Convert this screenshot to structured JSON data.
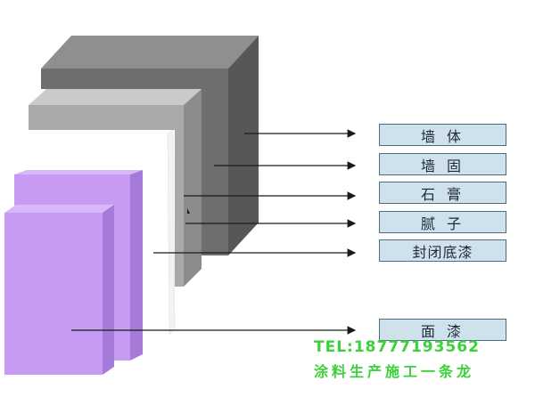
{
  "layers": [
    {
      "id": "wall-body",
      "label": "墙 体"
    },
    {
      "id": "wall-solid",
      "label": "墙 固"
    },
    {
      "id": "gypsum",
      "label": "石 膏"
    },
    {
      "id": "putty",
      "label": "腻 子"
    },
    {
      "id": "sealing-primer",
      "label": "封闭底漆"
    },
    {
      "id": "topcoat",
      "label": "面 漆"
    }
  ],
  "watermark": {
    "tel": "TEL:18777193562",
    "slogan": "涂料生产施工一条龙"
  },
  "colors": {
    "wall_front": "#6e6e6e",
    "wall_top": "#8f8f8f",
    "wall_side": "#575757",
    "solid_front": "#a9a9a9",
    "solid_top": "#cacaca",
    "solid_side": "#8b8b8b",
    "purple_front": "#c79bf4",
    "purple_side": "#a67ad8",
    "label_fill": "#cfe2ec",
    "label_border": "#4a6f84",
    "watermark": "#3bd13b"
  }
}
